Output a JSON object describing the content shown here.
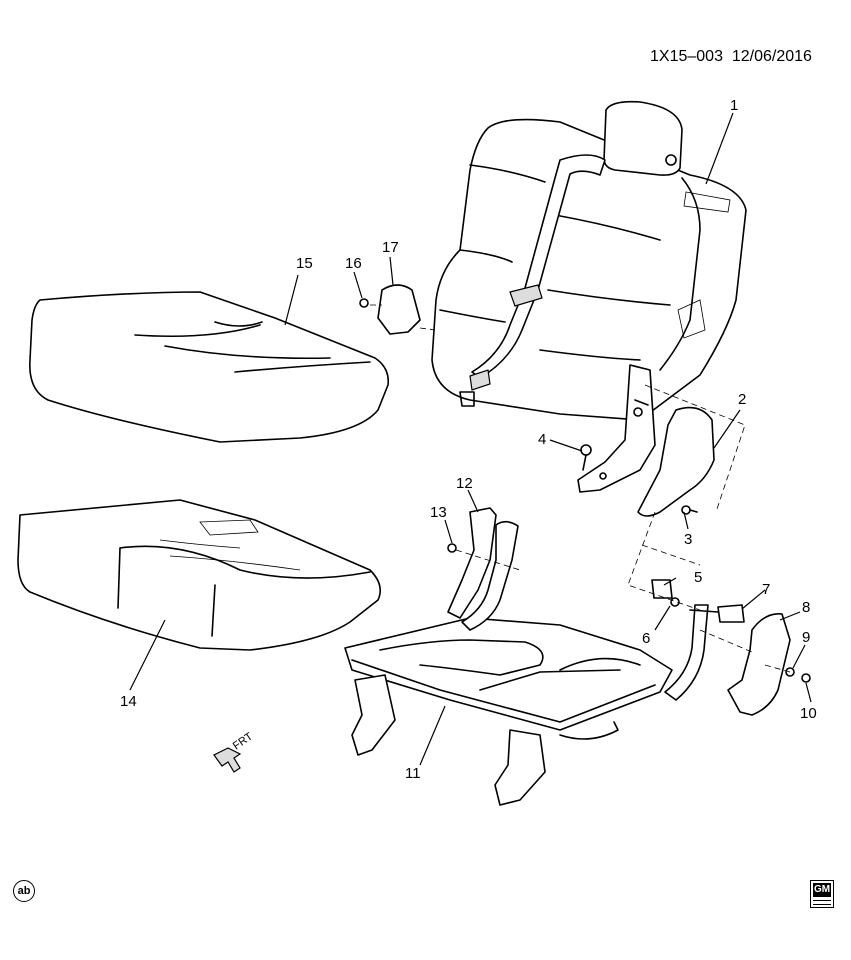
{
  "document": {
    "reference": "1X15–003  12/06/2016",
    "badge": "ab",
    "logo_text": "GM"
  },
  "front_arrow_label": "FRT",
  "callouts": {
    "c1": "1",
    "c2": "2",
    "c3": "3",
    "c4": "4",
    "c5": "5",
    "c6": "6",
    "c7": "7",
    "c8": "8",
    "c9": "9",
    "c10": "10",
    "c11": "11",
    "c12": "12",
    "c13": "13",
    "c14": "14",
    "c15": "15",
    "c16": "16",
    "c17": "17"
  }
}
